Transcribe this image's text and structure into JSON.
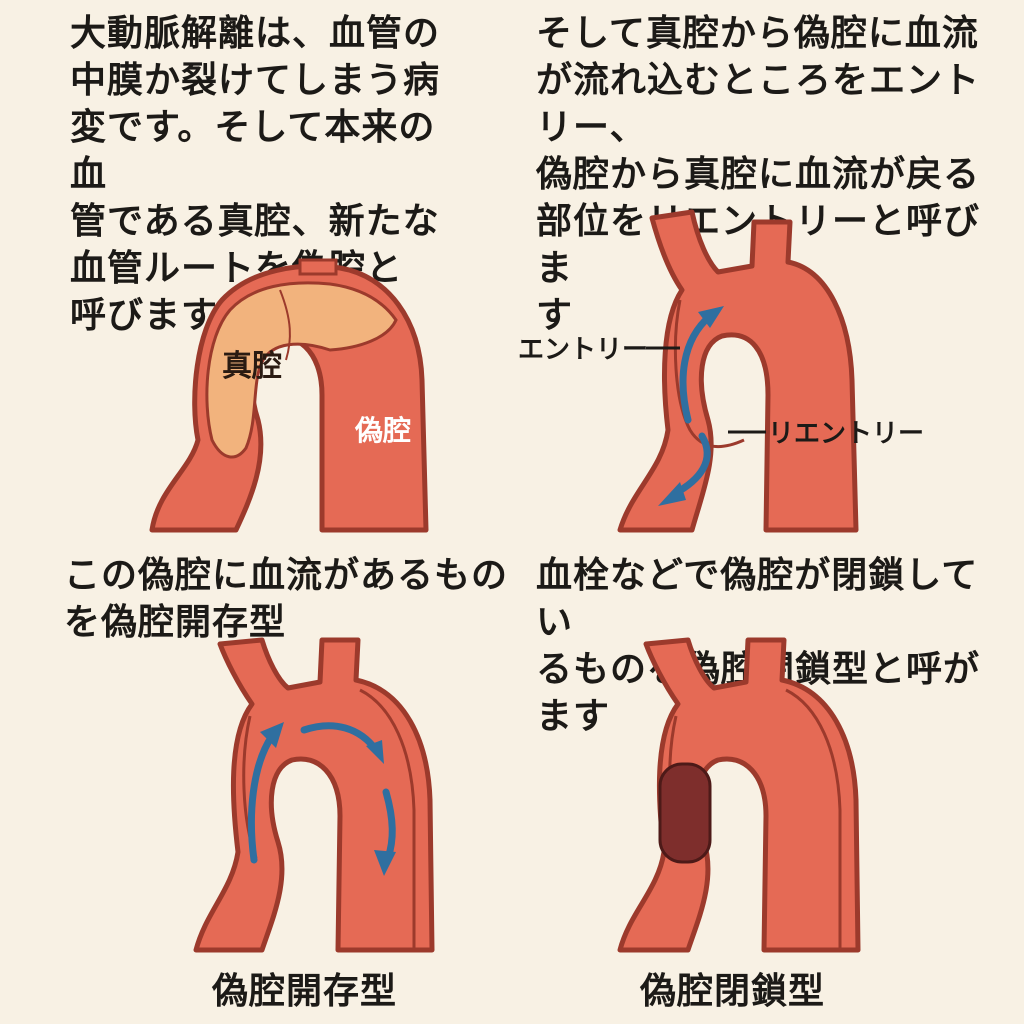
{
  "panels": [
    {
      "caption_lines": [
        "大動脈解離は、血管の",
        "中膜か裂けてしまう病",
        "変です。そして本来の血",
        "管である真腔、新たな",
        "血管ルートを偽腔と",
        "呼びます"
      ],
      "labels": {
        "true_lumen": "真腔",
        "false_lumen": "偽腔"
      }
    },
    {
      "caption_lines": [
        "そして真腔から偽腔に血流",
        "が流れ込むところをエントリー、",
        "偽腔から真腔に血流が戻る",
        "部位をリエントリーと呼びま",
        "す"
      ],
      "labels": {
        "entry": "エントリー",
        "reentry": "リエントリー"
      }
    },
    {
      "caption_lines": [
        "この偽腔に血流があるもの",
        "を偽腔開存型"
      ],
      "type_label": "偽腔開存型"
    },
    {
      "caption_lines": [
        "血栓などで偽腔が閉鎖してい",
        "るものを偽腔閉鎖型と呼が",
        "ます"
      ],
      "type_label": "偽腔閉鎖型"
    }
  ],
  "colors": {
    "vessel": "#e56a55",
    "outline": "#9c3a2c",
    "true_lumen_fill": "#f2b37d",
    "flow_arrow": "#2f6fa0",
    "thrombus": "#7e2e2c",
    "background": "#f8f1e4"
  }
}
